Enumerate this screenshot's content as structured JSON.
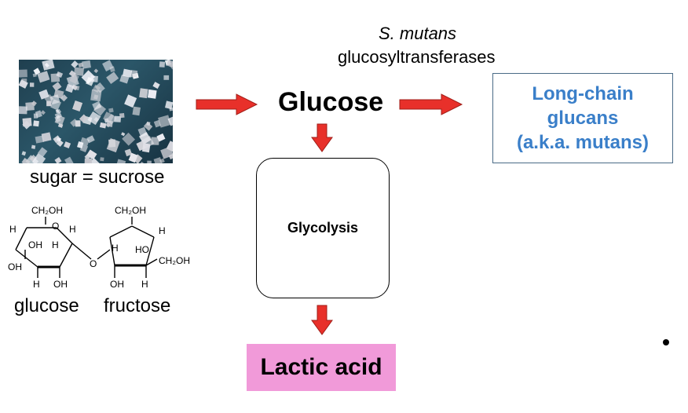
{
  "sugar": {
    "caption": "sugar = sucrose",
    "structure_labels": [
      "CH₂OH",
      "H",
      "H",
      "OH",
      "H",
      "OH",
      "H",
      "OH",
      "O",
      "O",
      "CH₂OH",
      "H",
      "H",
      "HO",
      "CH₂OH",
      "OH",
      "H"
    ],
    "glucose_label": "glucose",
    "fructose_label": "fructose"
  },
  "pathway": {
    "species": "S. mutans",
    "enzyme": "glucosyltransferases",
    "glucose": "Glucose",
    "glucans_lines": [
      "Long-chain",
      "glucans",
      "(a.k.a. mutans)"
    ],
    "glycolysis": "Glycolysis",
    "lactic_acid": "Lactic acid"
  },
  "colors": {
    "arrow": "#e8302a",
    "glucans_text": "#3a7fc9",
    "lactic_bg": "#f19ad9"
  }
}
